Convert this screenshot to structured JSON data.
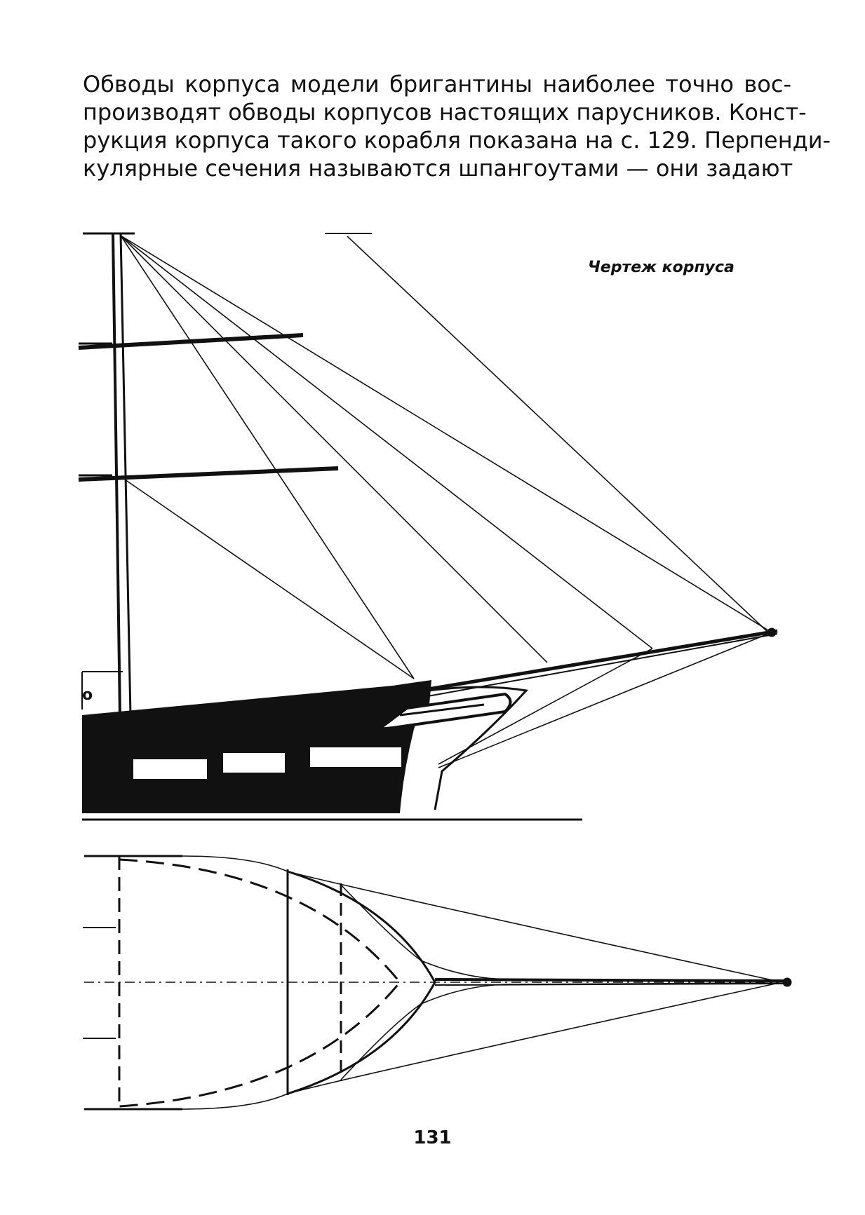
{
  "paragraph": {
    "lines": [
      "Обводы корпуса модели бригантины наиболее точно вос-",
      "производят обводы корпусов  настоящих парусников. Конст-",
      "рукция корпуса такого корабля показана на с. 129. Перпенди-",
      "кулярные сечения называются шпангоутами —  они задают"
    ]
  },
  "figure": {
    "caption": "Чертеж корпуса",
    "label_o": "о"
  },
  "page_number": "131",
  "colors": {
    "ink": "#111111",
    "paper": "#ffffff"
  }
}
